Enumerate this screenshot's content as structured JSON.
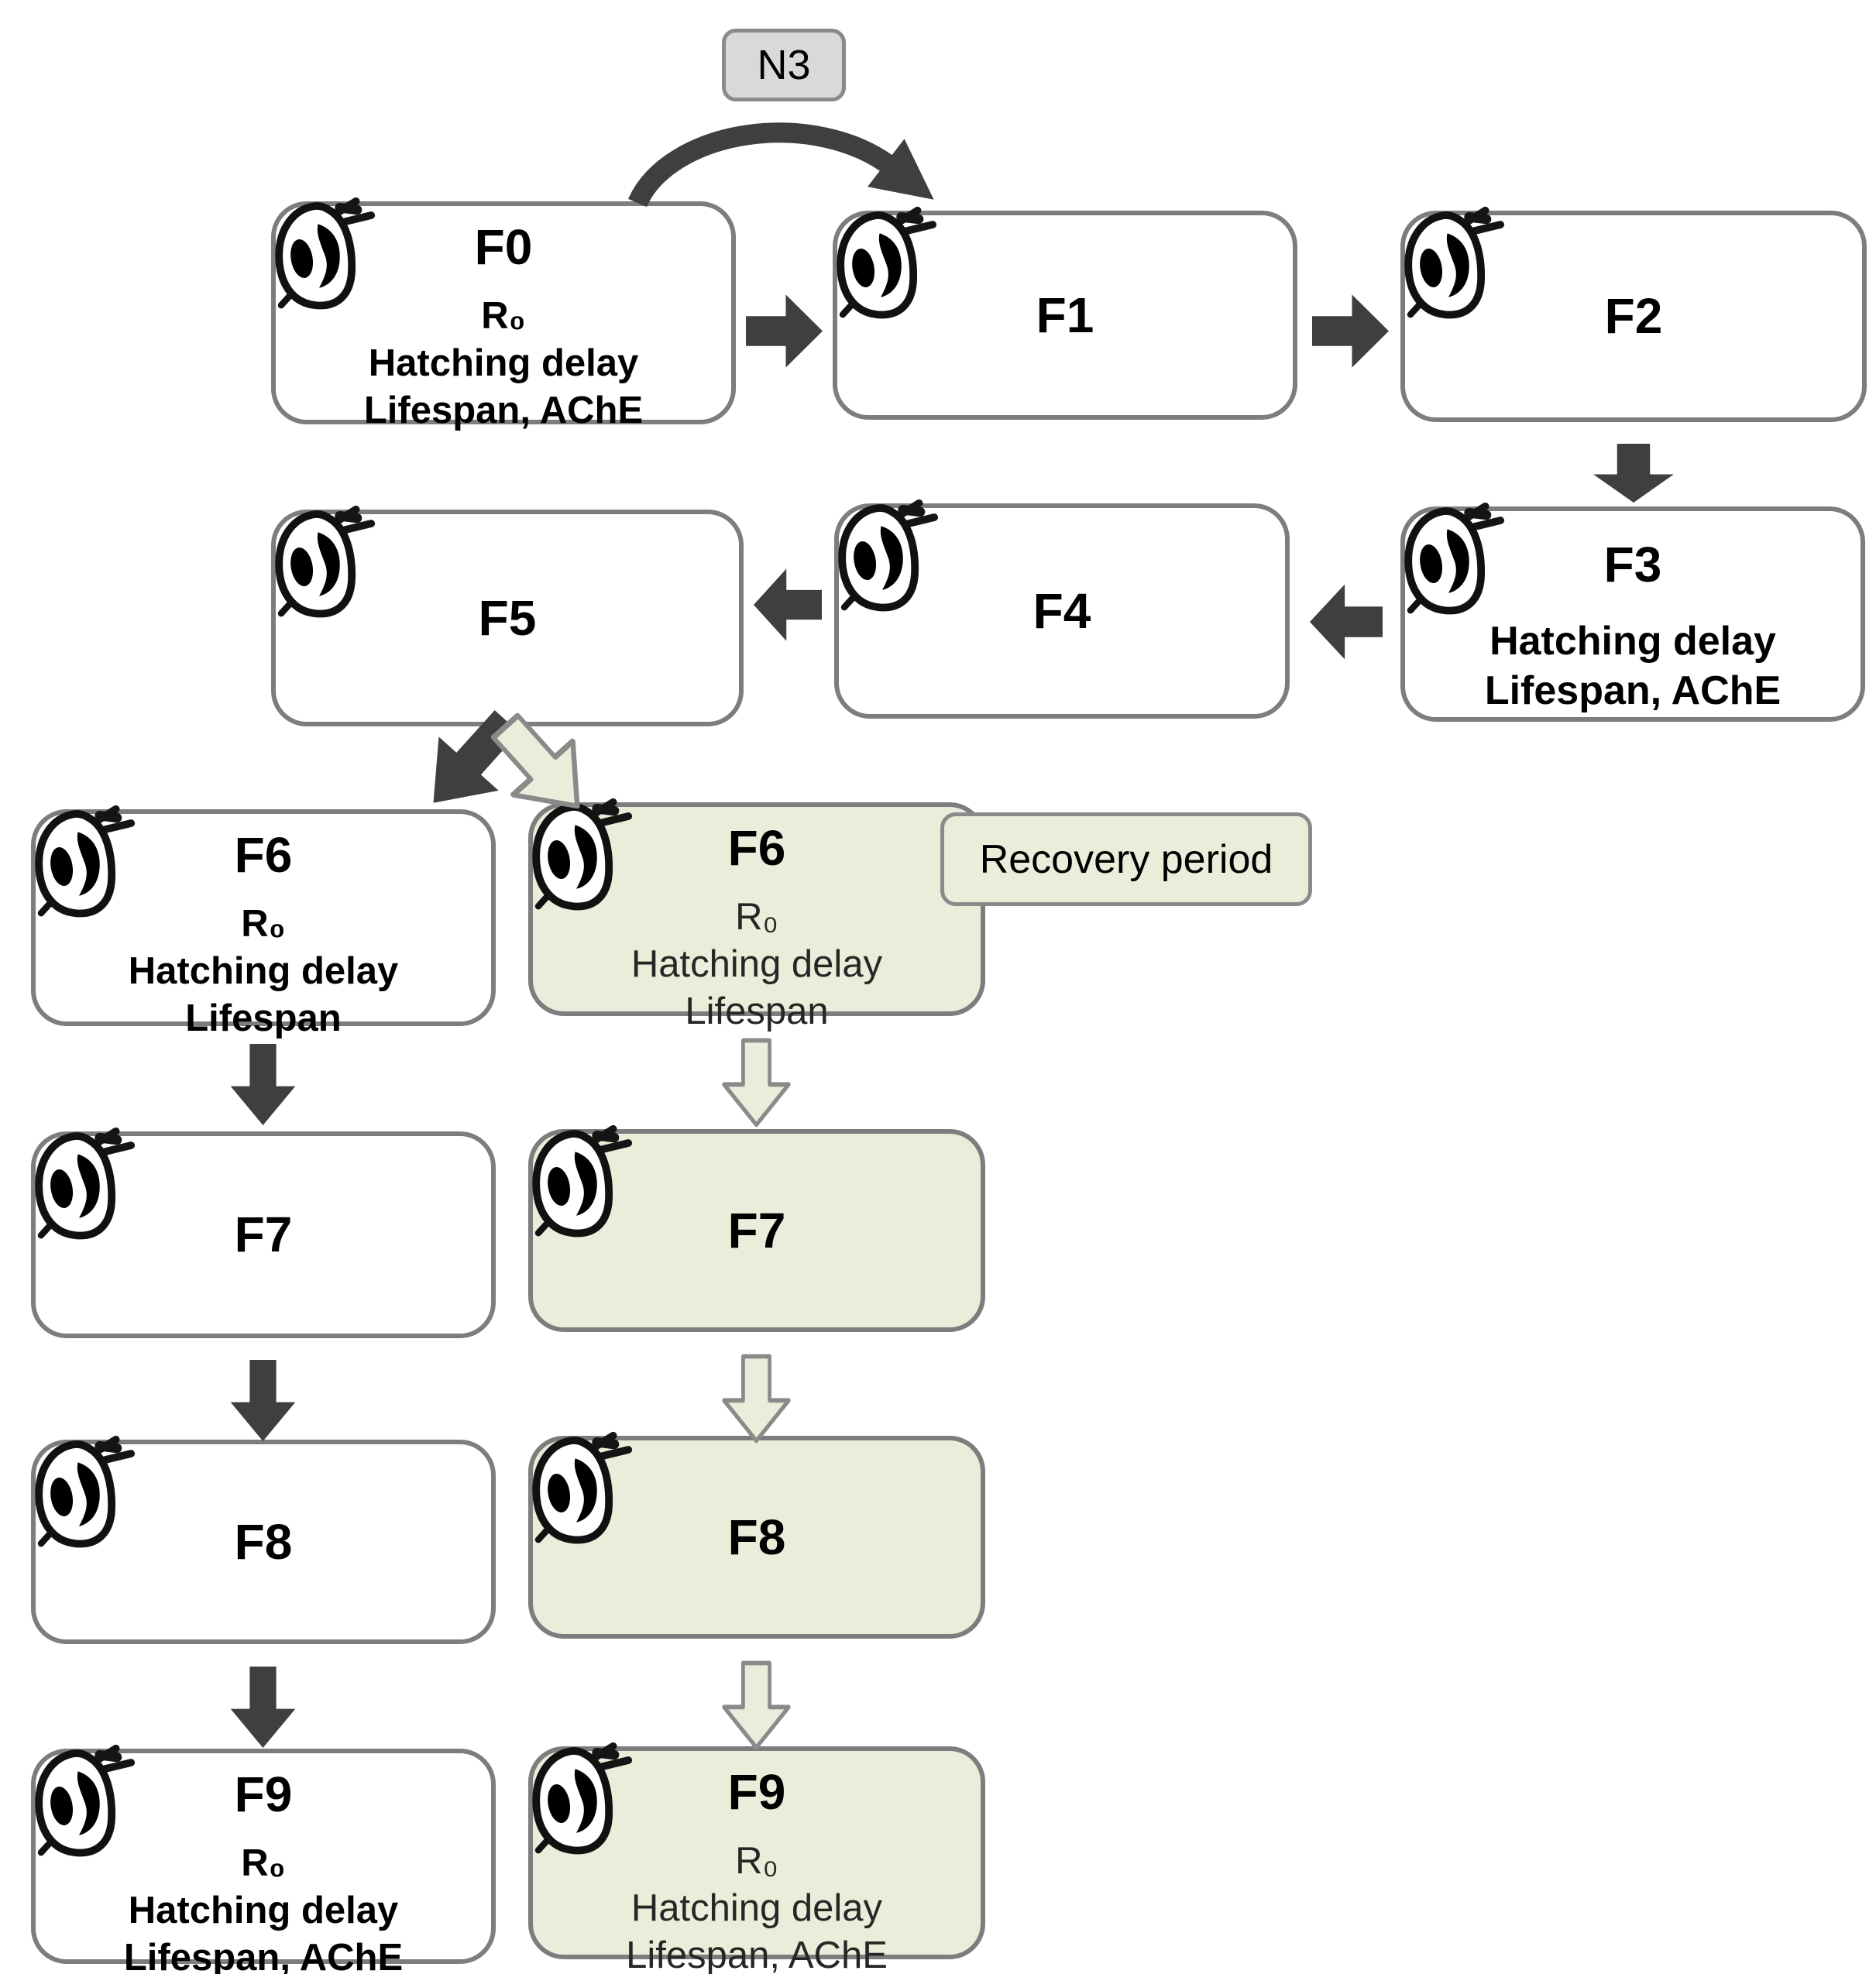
{
  "n3": {
    "label": "N3"
  },
  "recovery": {
    "label": "Recovery period"
  },
  "icons": {
    "rotifer": "rotifer-icon"
  },
  "colors": {
    "dark_arrow": "#3f3f3f",
    "box_border": "#7d7d7d",
    "recovery_fill": "#e9edd9",
    "n3_fill": "#d9d9d9",
    "box_fill_white": "#ffffff",
    "body_text": "#000000",
    "green_body_text": "#262626"
  },
  "boxes": [
    {
      "key": "f0",
      "title": "F0",
      "variant": "white",
      "lines": [
        "R₀",
        "Hatching delay",
        "Lifespan, AChE"
      ]
    },
    {
      "key": "f1",
      "title": "F1",
      "variant": "white",
      "lines": []
    },
    {
      "key": "f2",
      "title": "F2",
      "variant": "white",
      "lines": []
    },
    {
      "key": "f3",
      "title": "F3",
      "variant": "white",
      "lines": [
        "Hatching delay",
        "Lifespan, AChE"
      ]
    },
    {
      "key": "f4",
      "title": "F4",
      "variant": "white",
      "lines": []
    },
    {
      "key": "f5",
      "title": "F5",
      "variant": "white",
      "lines": []
    },
    {
      "key": "f6-exposed",
      "title": "F6",
      "variant": "white",
      "lines": [
        "R₀",
        "Hatching delay",
        "Lifespan"
      ]
    },
    {
      "key": "f6-recovery",
      "title": "F6",
      "variant": "green",
      "lines": [
        "R₀",
        "Hatching delay",
        "Lifespan"
      ]
    },
    {
      "key": "f7-exposed",
      "title": "F7",
      "variant": "white",
      "lines": []
    },
    {
      "key": "f7-recovery",
      "title": "F7",
      "variant": "green",
      "lines": []
    },
    {
      "key": "f8-exposed",
      "title": "F8",
      "variant": "white",
      "lines": []
    },
    {
      "key": "f8-recovery",
      "title": "F8",
      "variant": "green",
      "lines": []
    },
    {
      "key": "f9-exposed",
      "title": "F9",
      "variant": "white",
      "lines": [
        "R₀",
        "Hatching delay",
        "Lifespan, AChE"
      ]
    },
    {
      "key": "f9-recovery",
      "title": "F9",
      "variant": "green",
      "lines": [
        "R₀",
        "Hatching delay",
        "Lifespan, AChE"
      ]
    }
  ]
}
